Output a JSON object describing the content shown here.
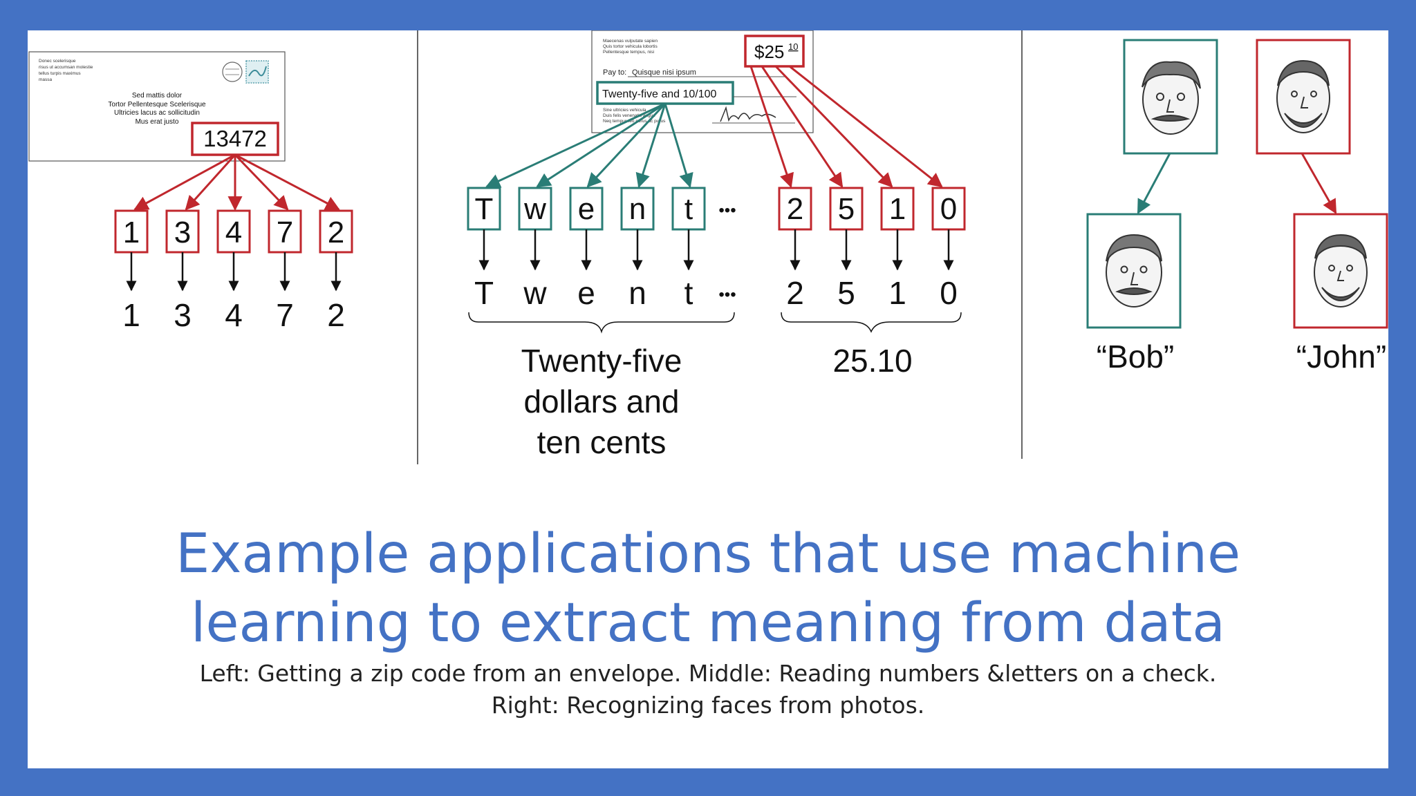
{
  "envelope": {
    "return_address": [
      "Donec scelerisque",
      "risus ut accumsan molestie",
      "tellus turpis maximus",
      "massa"
    ],
    "recipient": [
      "Sed mattis dolor",
      "Tortor Pellentesque Scelerisque",
      "Ultricies lacus ac sollicitudin",
      "Mus erat justo"
    ],
    "zip_code": "13472",
    "digits": [
      "1",
      "3",
      "4",
      "7",
      "2"
    ],
    "outputs": [
      "1",
      "3",
      "4",
      "7",
      "2"
    ]
  },
  "check": {
    "header_lines": [
      "Maecenas vulputate sapien",
      "Quis tortor vehicula lobortis",
      "Pellentesque tempus, nisi"
    ],
    "pay_to_label": "Pay to:",
    "pay_to_value": "Quisque nisi ipsum",
    "amount_words": "Twenty-five and 10/100",
    "amount_dollars": "$25",
    "amount_cents": "10",
    "memo_lines": [
      "Sine ultricies vehicula",
      "Duis felis venenatis augue",
      "Neq tempus leo purus ac purus"
    ],
    "letters": [
      "T",
      "w",
      "e",
      "n",
      "t"
    ],
    "letter_outputs": [
      "T",
      "w",
      "e",
      "n",
      "t"
    ],
    "ellipsis": "•••",
    "numbers": [
      "2",
      "5",
      "1",
      "0"
    ],
    "number_outputs": [
      "2",
      "5",
      "1",
      "0"
    ],
    "words_meaning": [
      "Twenty-five",
      "dollars and",
      "ten cents"
    ],
    "numeric_meaning": "25.10"
  },
  "faces": {
    "names": [
      "“Bob”",
      "“John”"
    ]
  },
  "title_lines": [
    "Example applications that use machine",
    "learning to extract meaning from data"
  ],
  "caption_lines": [
    "Left: Getting a zip code from an envelope. Middle: Reading numbers &letters on a check.",
    "Right: Recognizing faces from photos."
  ],
  "colors": {
    "red": "#c0272d",
    "teal": "#2a7d76",
    "title_blue": "#4472c4",
    "frame_blue": "#4472c4"
  }
}
